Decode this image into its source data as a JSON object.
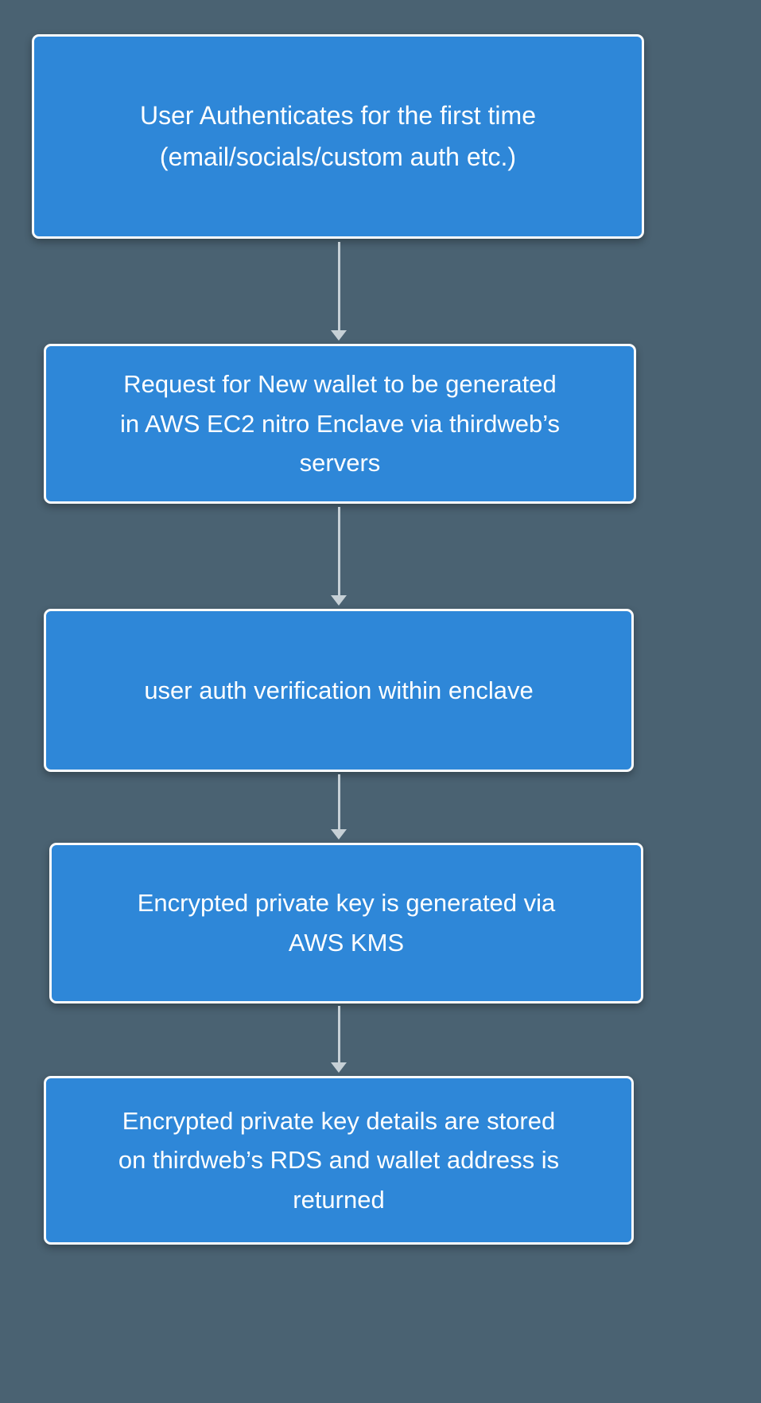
{
  "colors": {
    "background": "#4a6272",
    "node_fill": "#2e87d8",
    "node_border": "#fbfbfb",
    "node_text": "#ffffff",
    "arrow": "#c6d0d6"
  },
  "diagram": {
    "type": "flowchart",
    "direction": "top-down",
    "nodes": [
      {
        "id": 1,
        "label": "User Authenticates for the first time\n(email/socials/custom auth etc.)"
      },
      {
        "id": 2,
        "label": "Request for New wallet to be generated\nin AWS EC2 nitro Enclave via thirdweb’s\nservers"
      },
      {
        "id": 3,
        "label": "user auth verification within enclave"
      },
      {
        "id": 4,
        "label": "Encrypted private key is generated via\nAWS KMS"
      },
      {
        "id": 5,
        "label": "Encrypted private key details are stored\non thirdweb’s RDS and wallet address is\nreturned"
      }
    ],
    "edges": [
      {
        "from": 1,
        "to": 2
      },
      {
        "from": 2,
        "to": 3
      },
      {
        "from": 3,
        "to": 4
      },
      {
        "from": 4,
        "to": 5
      }
    ]
  }
}
